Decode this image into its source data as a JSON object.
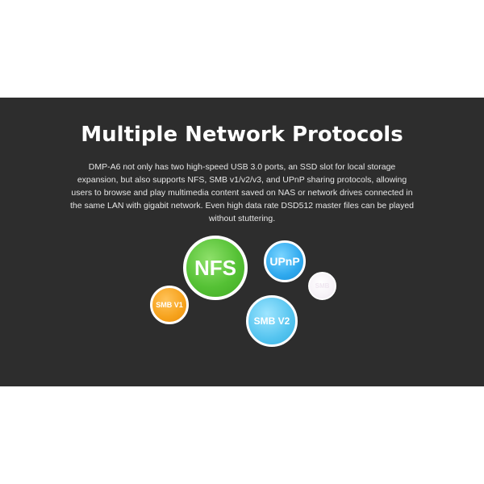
{
  "heading": "Multiple Network Protocols",
  "description": "DMP-A6 not only has two high-speed USB 3.0 ports, an SSD slot for local storage expansion, but also supports NFS, SMB v1/v2/v3, and UPnP sharing protocols, allowing users to browse and play multimedia content saved on NAS or network drives connected in the same LAN with gigabit network. Even high data rate DSD512 master files can be played without stuttering.",
  "protocols": {
    "nfs": "NFS",
    "upnp": "UPnP",
    "smb_v1": "SMB V1",
    "smb_v2": "SMB V2",
    "faint": "SMB"
  },
  "colors": {
    "panel_background": "#2d2d2d",
    "nfs": "#55c135",
    "upnp": "#2fa9ee",
    "smb_v1": "#f6a21c",
    "smb_v2": "#55c4ef"
  }
}
